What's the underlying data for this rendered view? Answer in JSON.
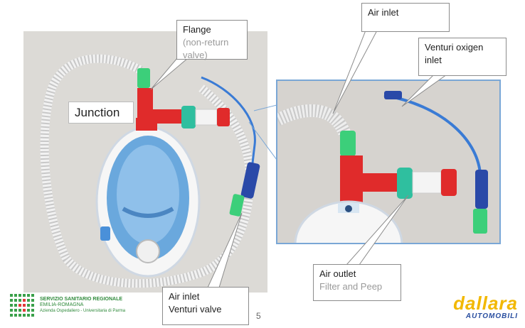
{
  "slide": {
    "page_number": "5"
  },
  "callouts": {
    "flange": {
      "title": "Flange",
      "sub": "(non-return valve)"
    },
    "junction": "Junction",
    "air_inlet_top": "Air inlet",
    "venturi_oxygen": "Venturi oxigen inlet",
    "air_outlet": {
      "title": "Air outlet",
      "sub": "Filter and Peep"
    },
    "air_inlet_venturi": {
      "line1": "Air inlet",
      "line2": "Venturi valve"
    }
  },
  "footer": {
    "org_line1": "SERVIZIO SANITARIO REGIONALE",
    "org_line2": "EMILIA-ROMAGNA",
    "org_line3": "Azienda Ospedaliero - Universitaria di Parma",
    "brand_name": "dallara",
    "brand_sub": "AUTOMOBILI"
  },
  "colors": {
    "brand_yellow": "#f2b800",
    "brand_blue": "#2a4fa0",
    "org_green": "#2f8a3b",
    "valve_red": "#e02b2b",
    "valve_teal": "#2fbf9f",
    "mask_blue": "#5a9bd5"
  }
}
